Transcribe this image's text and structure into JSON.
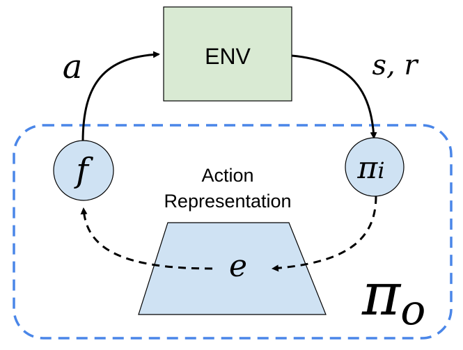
{
  "env": {
    "label": "ENV",
    "fill": "#d9ead3"
  },
  "labels": {
    "action": "a",
    "state_reward": "s, r",
    "center_line1": "Action",
    "center_line2": "Representation",
    "embedding": "e",
    "outer_policy_symbol": "π",
    "outer_policy_sub": "o"
  },
  "nodes": {
    "f": {
      "label": "f"
    },
    "pi_i": {
      "symbol": "π",
      "sub": "i"
    }
  },
  "colors": {
    "node_fill": "#cfe2f3",
    "trapezoid_fill": "#cfe2f3",
    "dashed_border": "#4a86e8",
    "stroke": "#000000"
  }
}
